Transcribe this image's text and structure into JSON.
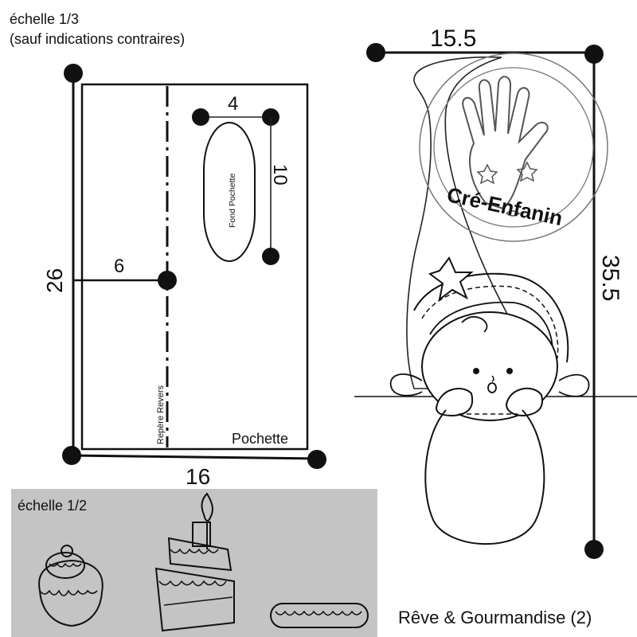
{
  "header": {
    "scale_main": "échelle 1/3",
    "scale_note": "(sauf indications contraires)"
  },
  "pattern_pochette": {
    "label": "Pochette",
    "height_dim": "26",
    "width_dim": "16",
    "offset_dim": "6",
    "fold_marker_label": "Repère Revers",
    "bottom_piece": {
      "label": "Fond Pochette",
      "width_dim": "4",
      "height_dim": "10"
    }
  },
  "doll_figure": {
    "width_dim": "15.5",
    "height_dim": "35.5",
    "stamp_text": "Cré-Enfanin"
  },
  "sweets_panel": {
    "scale": "échelle 1/2",
    "background": "#c4c4c4"
  },
  "footer": {
    "title": "Rêve & Gourmandise (2)"
  },
  "colors": {
    "ink": "#111111",
    "panel": "#c4c4c4",
    "paper": "#ffffff"
  }
}
